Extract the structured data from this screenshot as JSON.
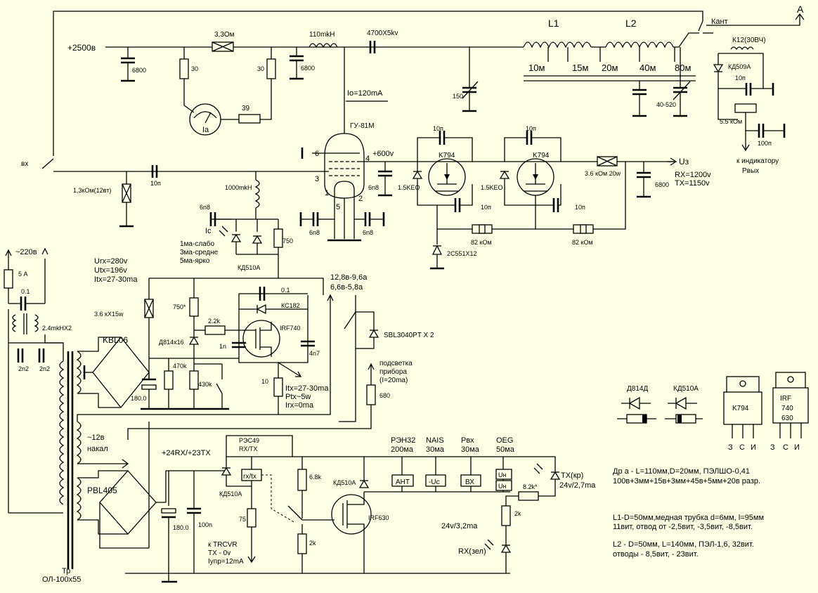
{
  "labels": {
    "plus2500": "+2500в",
    "r33": "3,3Ом",
    "r30a": "30",
    "r30b": "30",
    "c6800a": "6800",
    "c6800b": "6800",
    "r39": "39",
    "meterIa": "Ia",
    "l110": "110mkH",
    "c4700": "4700X5kv",
    "io": "Io=120mA",
    "l1": "L1",
    "l2": "L2",
    "t10": "10м",
    "t15": "15м",
    "t20": "20м",
    "t40": "40м",
    "t80": "80м",
    "c150": "150",
    "c40520": "40-520",
    "kant": "Кант",
    "antA": "A",
    "k12": "К12(30ВЧ)",
    "kd509": "КД509А",
    "c10p_k": "10п",
    "r55k": "5.5 кОм",
    "c100p_k": "100п",
    "toInd": "к индикатору",
    "pvyh": "Рвых",
    "vx": "вх",
    "r13k": "1,3кОм(12вт)",
    "c10p_in": "10п",
    "gu81": "ГУ-81М",
    "pin6": "6",
    "pin4": "4",
    "pin3": "3",
    "pin1": "1",
    "pin5": "5",
    "pin2": "2",
    "plus600": "+600v",
    "c6n8_600": "6n8",
    "c10p_k1": "10п",
    "k794a": "K794",
    "k794b": "K794",
    "c10p_k2": "10п",
    "d15keo1": "1.5KEO",
    "d15keo2": "1.5KEO",
    "c10p_k1b": "10п",
    "c10p_k2b": "10п",
    "r36k20": "3.6 кОм 20w",
    "uz": "Uз",
    "rx1200": "RX=1200v",
    "tx1150": "TX=1150v",
    "c6800c": "6800",
    "r82a": "82 кОм",
    "r82b": "82 кОм",
    "d2c551": "2С551Х12",
    "l1000": "1000mkH",
    "c6n8_g": "6n8",
    "c6n8_l": "6n8",
    "c6n8_r": "6n8",
    "ic": "Ic",
    "ic1": "1ма-слабо",
    "ic3": "3ма-средне",
    "ic5": "5ма-ярко",
    "kd510a_1": "КД510А",
    "r750": "750",
    "mains": "~220в",
    "fuse": "5 А",
    "c01_m": "0.1",
    "choke": "2.4mkHX2",
    "c2n2a": "2n2",
    "c2n2b": "2n2",
    "kbl06": "KBL06",
    "c180a": "180.0",
    "urx": "Urx=280v",
    "utx": "Utx=196v",
    "itx": "Itx=27-30ma",
    "r36k15": "3.6 кX15w",
    "r750s": "750*",
    "c01_b": "0.1",
    "kc182": "КС182",
    "d814x16": "Д814х16",
    "r22k": "2.2k",
    "irf740": "IRF740",
    "c1n": "1n",
    "c4n7": "4n7",
    "r470k": "470k",
    "r430k": "430k",
    "r10": "10",
    "itx2": "Itx=27-30ma",
    "ptx": "Ptx~5w",
    "irx": "Irx=0ma",
    "v128": "12,8в-9,6а",
    "v66": "6,6в-5,8а",
    "sbl": "SBL3040PT X 2",
    "lamp1": "подсветка",
    "lamp2": "прибора",
    "lamp3": "(I=20ma)",
    "r680": "680",
    "n12v": "~12в",
    "nakal": "накал",
    "pbl405": "PBL405",
    "plus24": "+24RX/+23TX",
    "res49a": "РЭС49",
    "res49b": "RX/TX",
    "rxtx": "rx/tx",
    "kd510a_2": "КД510А",
    "r75": "75",
    "toTrcvr1": "к TRCVR",
    "toTrcvr2": "TX - 0v",
    "toTrcvr3": "Iупр=12mA",
    "c180b": "180.0",
    "c100n": "100n",
    "tr1": "Тр",
    "tr2": "ОЛ-100х55",
    "r68k": "6.8k",
    "r2ka": "2k",
    "kd510a_3": "КД510А",
    "irf630": "IRF630",
    "ren32": "РЭН32",
    "i200": "200ма",
    "nais": "NAIS",
    "i30a": "30ма",
    "rvx": "Рвх",
    "i30b": "30ма",
    "oeg": "OEG",
    "i50": "50ма",
    "bAnt": "АНТ",
    "bUc": "-Uc",
    "bVx": "ВХ",
    "bUn1": "Uн",
    "bUn2": "Uн",
    "txkr": "ТХ(кр)",
    "v24a": "24v/2,7ma",
    "r82k": "8.2k*",
    "r2kb": "2k",
    "v24b": "24v/3,2ma",
    "rxzel": "RX(зел)",
    "legD814": "Д814Д",
    "legKD510": "КД510А",
    "legK794": "K794",
    "legIrf1": "IRF",
    "legIrf2": "740",
    "legIrf3": "630",
    "pZ1": "З",
    "pS1": "С",
    "pI1": "И",
    "pZ2": "З",
    "pS2": "С",
    "pI2": "И"
  },
  "notes": [
    "Др а - L=110мм,D=20мм, ПЭЛШО-0,41",
    "100в+3мм+15в+3мм+45в+5мм+20в разр.",
    "L1-D=50мм,медная трубка d=6мм, l=95мм",
    "11вит, отвод от -2,5вит, -3,5вит, -8,5вит.",
    "L2 - D=50мм, L=140мм, ПЭЛ-1,6, 32вит.",
    "отводы - 8,5вит, - 23вит."
  ]
}
